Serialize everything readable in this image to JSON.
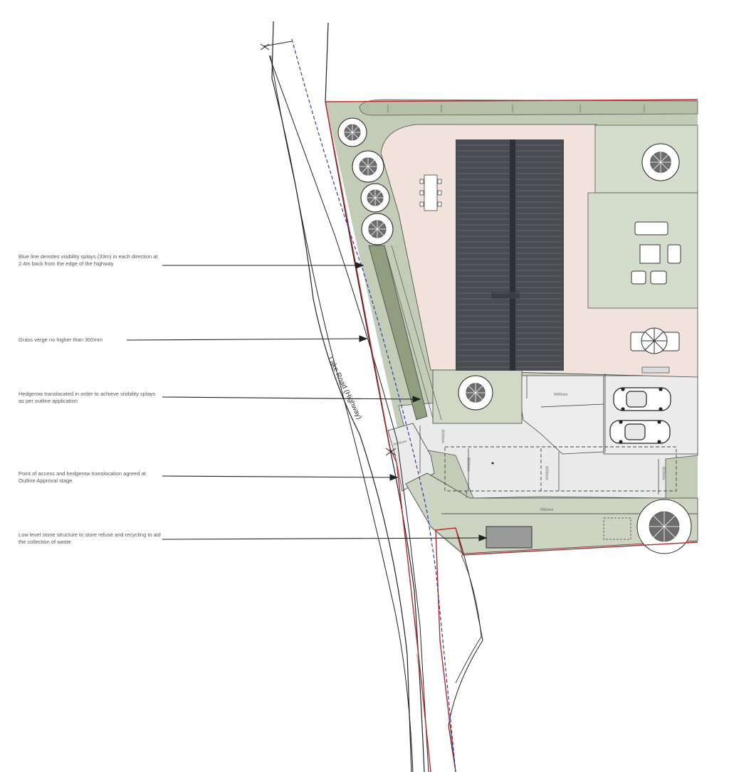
{
  "annotations": [
    {
      "id": "visibility",
      "text": "Blue line denotes visibility splays (33m) in each direction at 2.4m back from the edge of the highway"
    },
    {
      "id": "verge",
      "text": "Grass verge no higher than 300mm"
    },
    {
      "id": "hedgerow",
      "text": "Hedgerow translocated in order to achieve visibility splays as per outline application"
    },
    {
      "id": "access",
      "text": "Point of access and hedgerow translocation agreed at Outline Approval stage"
    },
    {
      "id": "refuse",
      "text": "Low level stone structure to store refuse and recycling to aid the collection of waste"
    }
  ],
  "road": {
    "label": "Lake Road (Highway)"
  },
  "dimensions": {
    "d1": "5000mm",
    "d2": "5500mm",
    "d3": "3000mm",
    "d4": "2400mm",
    "d5": "6000mm",
    "d6": "6000mm",
    "d7": "7000mm",
    "d8": "3000mm",
    "d9": "33000mm"
  },
  "colors": {
    "site_boundary": "#c0282d",
    "visibility_splay": "#2b3fb0",
    "patio": "#f1e3dc",
    "lawn": "#d4dccb",
    "hedgerow": "#8f9e7f",
    "driveway": "#ececec",
    "roof_panels": "#4a4c52"
  }
}
